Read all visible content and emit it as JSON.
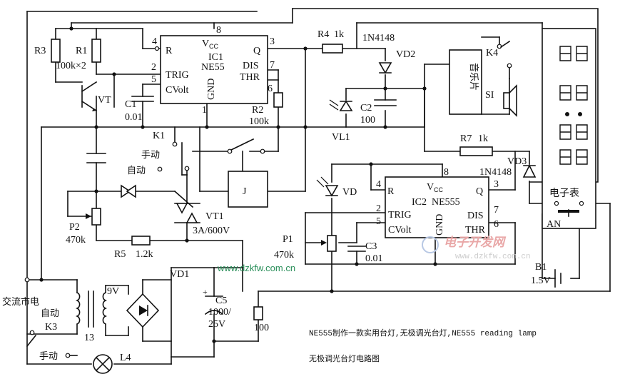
{
  "ic1": {
    "name": "IC1",
    "model": "NE55",
    "pins": {
      "p1": "1",
      "p2": "2",
      "p3": "3",
      "p4": "4",
      "p5": "5",
      "p6": "6",
      "p7": "7",
      "p8": "8"
    },
    "labels": {
      "vcc": "V",
      "vcc_sub": "CC",
      "r": "R",
      "trig": "TRIG",
      "cvolt": "CVolt",
      "gnd": "GND",
      "q": "Q",
      "dis": "DIS",
      "thr": "THR"
    }
  },
  "ic2": {
    "name": "IC2",
    "model": "NE555",
    "pins": {
      "p2": "2",
      "p3": "3",
      "p4": "4",
      "p5": "5",
      "p6": "6",
      "p7": "7",
      "p8": "8"
    },
    "labels": {
      "vcc": "V",
      "vcc_sub": "CC",
      "r": "R",
      "trig": "TRIG",
      "cvolt": "CVolt",
      "gnd": "GND",
      "q": "Q",
      "dis": "DIS",
      "thr": "THR"
    }
  },
  "components": {
    "r3": "R3",
    "r1": "R1",
    "r1_val": "100k×2",
    "vt": "VT",
    "c1": "C1",
    "c1_val": "0.01",
    "r2": "R2",
    "r2_val": "100k",
    "k1": "K1",
    "manual": "手动",
    "auto": "自动",
    "relay": "J",
    "p2": "P2",
    "p2_val": "470k",
    "vt1": "VT1",
    "vt1_val": "3A/600V",
    "r5": "R5",
    "r5_val": "1.2k",
    "r4": "R4",
    "r4_val": "1k",
    "vd2_type": "1N4148",
    "vd2": "VD2",
    "c2": "C2",
    "c2_val": "100",
    "vl1": "VL1",
    "music": "音乐片",
    "k4": "K4",
    "s1": "SI",
    "r7": "R7",
    "r7_val": "1k",
    "vd3_type": "1N4148",
    "vd3": "VD3",
    "vd": "VD",
    "p1": "P1",
    "p1_val": "470k",
    "c3": "C3",
    "c3_val": "0.01",
    "clock": "电子表",
    "an": "AN",
    "b1": "B1",
    "b1_val": "1.5V",
    "mains": "交流市电",
    "k3_auto": "自动",
    "k3": "K3",
    "t_num": "13",
    "v9": "9V",
    "vd1": "VD1",
    "c5": "C5",
    "c5_val1": "1000/",
    "c5_val2": "25V",
    "r100": "100",
    "k3_manual": "手动",
    "l4": "L4"
  },
  "watermark": {
    "url": "www.dzkfw.com.cn",
    "site_cn": "电子开发网",
    "site_url": "www.dzkfw.com.cn"
  },
  "caption": {
    "line1": "NE555制作一款实用台灯,无极调光台灯,NE555 reading lamp",
    "line2": "无极调光台灯电路图"
  }
}
